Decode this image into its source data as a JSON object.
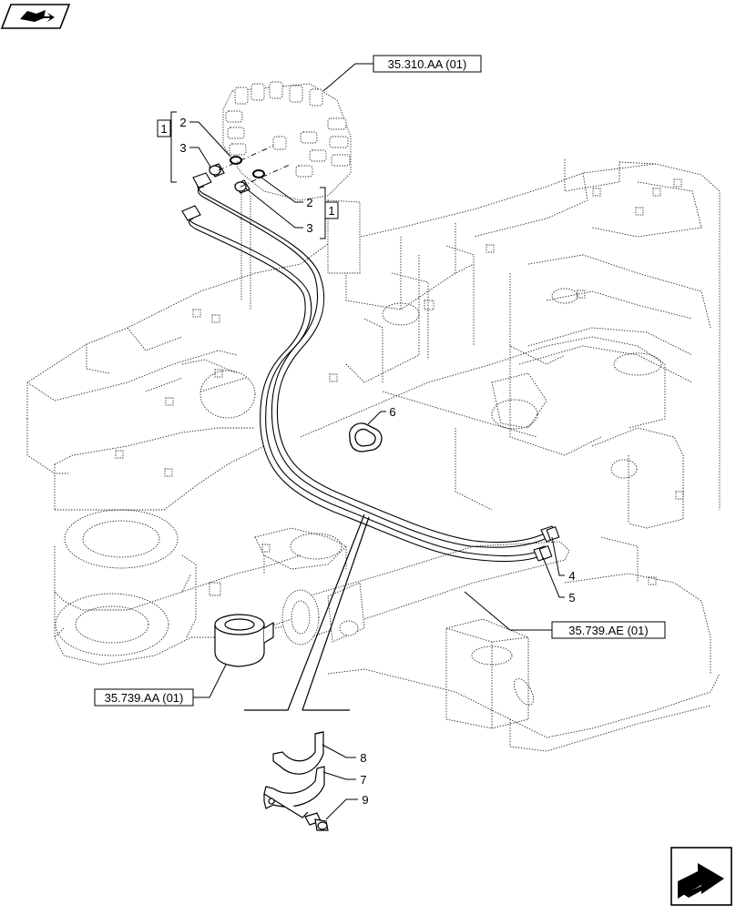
{
  "references": {
    "control_valve": "35.310.AA (01)",
    "boom_cylinder": "35.739.AE (01)",
    "swing_cylinder": "35.739.AA (01)"
  },
  "kit_labels": {
    "left": "1",
    "right": "1"
  },
  "callouts": {
    "p2_left": "2",
    "p3_left": "3",
    "p2_right": "2",
    "p3_right": "3",
    "p4": "4",
    "p5": "5",
    "p6": "6",
    "p7": "7",
    "p8": "8",
    "p9": "9"
  },
  "icons": {
    "top_left": "book-open-icon",
    "bottom_right": "next-page-arrow-icon"
  }
}
